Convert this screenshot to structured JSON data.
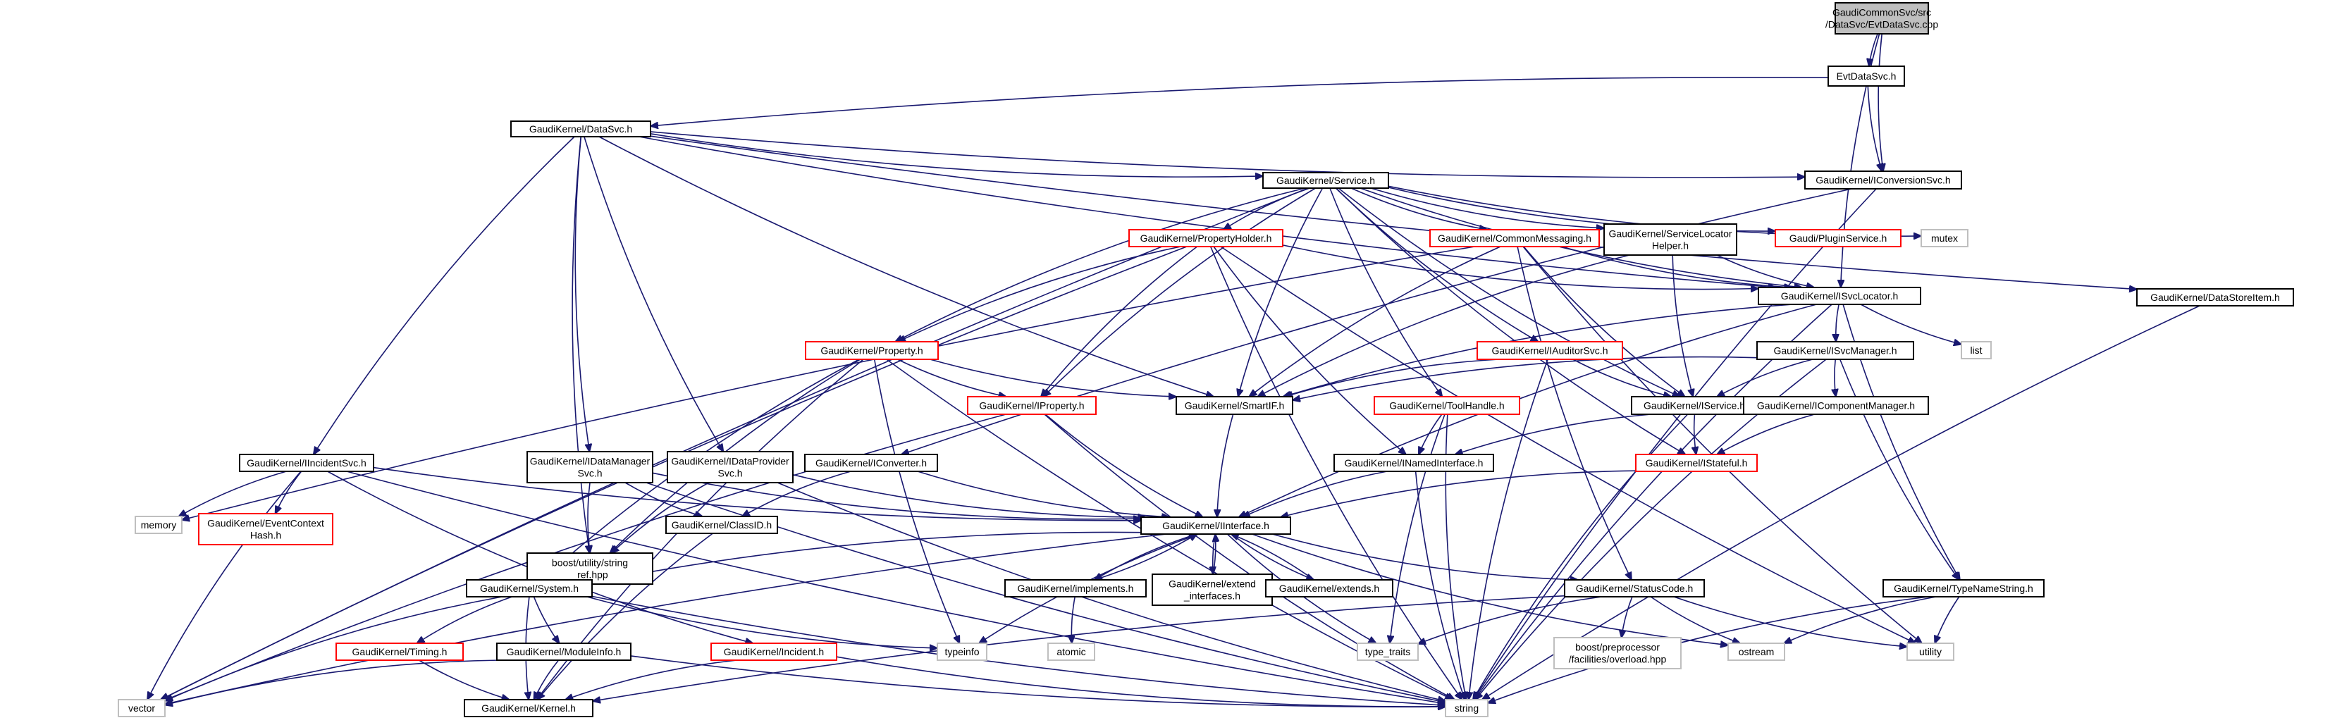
{
  "graph": {
    "colors": {
      "root_fill": "#bfbfbf",
      "root_border": "#000000",
      "linked_border": "#000000",
      "undocumented_border": "#ff0000",
      "external_border": "#bfbfbf",
      "edge": "#191970",
      "text": "#000000"
    },
    "nodes": [
      {
        "id": "root",
        "lines": [
          "GaudiCommonSvc/src",
          "/DataSvc/EvtDataSvc.cpp"
        ],
        "style": "root"
      },
      {
        "id": "evtdatasvc",
        "lines": [
          "EvtDataSvc.h"
        ],
        "style": "linked"
      },
      {
        "id": "datasvc",
        "lines": [
          "GaudiKernel/DataSvc.h"
        ],
        "style": "linked"
      },
      {
        "id": "iconversionsvc",
        "lines": [
          "GaudiKernel/IConversionSvc.h"
        ],
        "style": "linked"
      },
      {
        "id": "service",
        "lines": [
          "GaudiKernel/Service.h"
        ],
        "style": "linked"
      },
      {
        "id": "propertyholder",
        "lines": [
          "GaudiKernel/PropertyHolder.h"
        ],
        "style": "undocumented"
      },
      {
        "id": "commonmessaging",
        "lines": [
          "GaudiKernel/CommonMessaging.h"
        ],
        "style": "undocumented"
      },
      {
        "id": "servicelocatorhelper",
        "lines": [
          "GaudiKernel/ServiceLocator",
          "Helper.h"
        ],
        "style": "linked"
      },
      {
        "id": "pluginservice",
        "lines": [
          "Gaudi/PluginService.h"
        ],
        "style": "undocumented"
      },
      {
        "id": "mutex",
        "lines": [
          "mutex"
        ],
        "style": "external"
      },
      {
        "id": "isvclocator",
        "lines": [
          "GaudiKernel/ISvcLocator.h"
        ],
        "style": "linked"
      },
      {
        "id": "datastoreitem",
        "lines": [
          "GaudiKernel/DataStoreItem.h"
        ],
        "style": "linked"
      },
      {
        "id": "property",
        "lines": [
          "GaudiKernel/Property.h"
        ],
        "style": "undocumented"
      },
      {
        "id": "iauditorsvc",
        "lines": [
          "GaudiKernel/IAuditorSvc.h"
        ],
        "style": "undocumented"
      },
      {
        "id": "isvcmanager",
        "lines": [
          "GaudiKernel/ISvcManager.h"
        ],
        "style": "linked"
      },
      {
        "id": "list",
        "lines": [
          "list"
        ],
        "style": "external"
      },
      {
        "id": "iproperty",
        "lines": [
          "GaudiKernel/IProperty.h"
        ],
        "style": "undocumented"
      },
      {
        "id": "smartif",
        "lines": [
          "GaudiKernel/SmartIF.h"
        ],
        "style": "linked"
      },
      {
        "id": "toolhandle",
        "lines": [
          "GaudiKernel/ToolHandle.h"
        ],
        "style": "undocumented"
      },
      {
        "id": "iservice",
        "lines": [
          "GaudiKernel/IService.h"
        ],
        "style": "linked"
      },
      {
        "id": "icomponentmanager",
        "lines": [
          "GaudiKernel/IComponentManager.h"
        ],
        "style": "linked"
      },
      {
        "id": "iincidentsvc",
        "lines": [
          "GaudiKernel/IIncidentSvc.h"
        ],
        "style": "linked"
      },
      {
        "id": "idatamanagersvc",
        "lines": [
          "GaudiKernel/IDataManager",
          "Svc.h"
        ],
        "style": "linked"
      },
      {
        "id": "idataprovidersvc",
        "lines": [
          "GaudiKernel/IDataProvider",
          "Svc.h"
        ],
        "style": "linked"
      },
      {
        "id": "iconverter",
        "lines": [
          "GaudiKernel/IConverter.h"
        ],
        "style": "linked"
      },
      {
        "id": "inamedinterface",
        "lines": [
          "GaudiKernel/INamedInterface.h"
        ],
        "style": "linked"
      },
      {
        "id": "istateful",
        "lines": [
          "GaudiKernel/IStateful.h"
        ],
        "style": "undocumented"
      },
      {
        "id": "memory",
        "lines": [
          "memory"
        ],
        "style": "external"
      },
      {
        "id": "eventcontexthash",
        "lines": [
          "GaudiKernel/EventContext",
          "Hash.h"
        ],
        "style": "undocumented"
      },
      {
        "id": "stringref",
        "lines": [
          "boost/utility/string",
          "_ref.hpp"
        ],
        "style": "linked"
      },
      {
        "id": "classid",
        "lines": [
          "GaudiKernel/ClassID.h"
        ],
        "style": "linked"
      },
      {
        "id": "iinterface",
        "lines": [
          "GaudiKernel/IInterface.h"
        ],
        "style": "linked"
      },
      {
        "id": "system",
        "lines": [
          "GaudiKernel/System.h"
        ],
        "style": "linked"
      },
      {
        "id": "implements",
        "lines": [
          "GaudiKernel/implements.h"
        ],
        "style": "linked"
      },
      {
        "id": "extendinterfaces",
        "lines": [
          "GaudiKernel/extend",
          "_interfaces.h"
        ],
        "style": "linked"
      },
      {
        "id": "extends",
        "lines": [
          "GaudiKernel/extends.h"
        ],
        "style": "linked"
      },
      {
        "id": "statuscode",
        "lines": [
          "GaudiKernel/StatusCode.h"
        ],
        "style": "linked"
      },
      {
        "id": "typenamestring",
        "lines": [
          "GaudiKernel/TypeNameString.h"
        ],
        "style": "linked"
      },
      {
        "id": "timing",
        "lines": [
          "GaudiKernel/Timing.h"
        ],
        "style": "undocumented"
      },
      {
        "id": "moduleinfo",
        "lines": [
          "GaudiKernel/ModuleInfo.h"
        ],
        "style": "linked"
      },
      {
        "id": "incident",
        "lines": [
          "GaudiKernel/Incident.h"
        ],
        "style": "undocumented"
      },
      {
        "id": "typeinfo",
        "lines": [
          "typeinfo"
        ],
        "style": "external"
      },
      {
        "id": "atomic",
        "lines": [
          "atomic"
        ],
        "style": "external"
      },
      {
        "id": "typetraits",
        "lines": [
          "type_traits"
        ],
        "style": "external"
      },
      {
        "id": "overload",
        "lines": [
          "boost/preprocessor",
          "/facilities/overload.hpp"
        ],
        "style": "external"
      },
      {
        "id": "ostream",
        "lines": [
          "ostream"
        ],
        "style": "external"
      },
      {
        "id": "utility",
        "lines": [
          "utility"
        ],
        "style": "external"
      },
      {
        "id": "vector",
        "lines": [
          "vector"
        ],
        "style": "external"
      },
      {
        "id": "kernel",
        "lines": [
          "GaudiKernel/Kernel.h"
        ],
        "style": "linked"
      },
      {
        "id": "string",
        "lines": [
          "string"
        ],
        "style": "external"
      }
    ],
    "edges": [
      [
        "root",
        "evtdatasvc"
      ],
      [
        "root",
        "iconversionsvc"
      ],
      [
        "root",
        "isvclocator"
      ],
      [
        "evtdatasvc",
        "datasvc"
      ],
      [
        "evtdatasvc",
        "iconversionsvc"
      ],
      [
        "datasvc",
        "iconversionsvc"
      ],
      [
        "datasvc",
        "service"
      ],
      [
        "datasvc",
        "isvclocator"
      ],
      [
        "datasvc",
        "datastoreitem"
      ],
      [
        "datasvc",
        "smartif"
      ],
      [
        "datasvc",
        "iincidentsvc"
      ],
      [
        "datasvc",
        "idatamanagersvc"
      ],
      [
        "datasvc",
        "idataprovidersvc"
      ],
      [
        "datasvc",
        "stringref"
      ],
      [
        "iconversionsvc",
        "iconverter"
      ],
      [
        "iconversionsvc",
        "string"
      ],
      [
        "service",
        "propertyholder"
      ],
      [
        "service",
        "commonmessaging"
      ],
      [
        "service",
        "servicelocatorhelper"
      ],
      [
        "service",
        "pluginservice"
      ],
      [
        "service",
        "mutex"
      ],
      [
        "service",
        "isvclocator"
      ],
      [
        "service",
        "property"
      ],
      [
        "service",
        "iauditorsvc"
      ],
      [
        "service",
        "iproperty"
      ],
      [
        "service",
        "smartif"
      ],
      [
        "service",
        "toolhandle"
      ],
      [
        "service",
        "iservice"
      ],
      [
        "service",
        "istateful"
      ],
      [
        "service",
        "vector"
      ],
      [
        "propertyholder",
        "isvclocator"
      ],
      [
        "propertyholder",
        "property"
      ],
      [
        "propertyholder",
        "iproperty"
      ],
      [
        "propertyholder",
        "inamedinterface"
      ],
      [
        "propertyholder",
        "utility"
      ],
      [
        "propertyholder",
        "vector"
      ],
      [
        "propertyholder",
        "string"
      ],
      [
        "commonmessaging",
        "isvclocator"
      ],
      [
        "commonmessaging",
        "smartif"
      ],
      [
        "commonmessaging",
        "iservice"
      ],
      [
        "commonmessaging",
        "statuscode"
      ],
      [
        "commonmessaging",
        "memory"
      ],
      [
        "commonmessaging",
        "utility"
      ],
      [
        "servicelocatorhelper",
        "isvclocator"
      ],
      [
        "servicelocatorhelper",
        "smartif"
      ],
      [
        "servicelocatorhelper",
        "iservice"
      ],
      [
        "isvclocator",
        "isvcmanager"
      ],
      [
        "isvclocator",
        "list"
      ],
      [
        "isvclocator",
        "smartif"
      ],
      [
        "isvclocator",
        "iinterface"
      ],
      [
        "isvclocator",
        "typenamestring"
      ],
      [
        "isvclocator",
        "string"
      ],
      [
        "datastoreitem",
        "string"
      ],
      [
        "property",
        "iproperty"
      ],
      [
        "property",
        "smartif"
      ],
      [
        "property",
        "stringref"
      ],
      [
        "property",
        "system"
      ],
      [
        "property",
        "typeinfo"
      ],
      [
        "property",
        "kernel"
      ],
      [
        "property",
        "string"
      ],
      [
        "iauditorsvc",
        "iservice"
      ],
      [
        "iauditorsvc",
        "smartif"
      ],
      [
        "iauditorsvc",
        "string"
      ],
      [
        "isvcmanager",
        "iservice"
      ],
      [
        "isvcmanager",
        "smartif"
      ],
      [
        "isvcmanager",
        "icomponentmanager"
      ],
      [
        "isvcmanager",
        "typenamestring"
      ],
      [
        "isvcmanager",
        "string"
      ],
      [
        "iproperty",
        "iinterface"
      ],
      [
        "iproperty",
        "vector"
      ],
      [
        "iproperty",
        "string"
      ],
      [
        "smartif",
        "iinterface"
      ],
      [
        "toolhandle",
        "inamedinterface"
      ],
      [
        "toolhandle",
        "typetraits"
      ],
      [
        "toolhandle",
        "string"
      ],
      [
        "iservice",
        "inamedinterface"
      ],
      [
        "iservice",
        "istateful"
      ],
      [
        "iservice",
        "string"
      ],
      [
        "icomponentmanager",
        "istateful"
      ],
      [
        "iincidentsvc",
        "iinterface"
      ],
      [
        "iincidentsvc",
        "memory"
      ],
      [
        "iincidentsvc",
        "eventcontexthash"
      ],
      [
        "iincidentsvc",
        "incident"
      ],
      [
        "iincidentsvc",
        "vector"
      ],
      [
        "iincidentsvc",
        "string"
      ],
      [
        "idatamanagersvc",
        "iinterface"
      ],
      [
        "idatamanagersvc",
        "classid"
      ],
      [
        "idatamanagersvc",
        "stringref"
      ],
      [
        "idatamanagersvc",
        "string"
      ],
      [
        "idataprovidersvc",
        "iinterface"
      ],
      [
        "idataprovidersvc",
        "stringref"
      ],
      [
        "idataprovidersvc",
        "string"
      ],
      [
        "iconverter",
        "iinterface"
      ],
      [
        "iconverter",
        "classid"
      ],
      [
        "inamedinterface",
        "iinterface"
      ],
      [
        "inamedinterface",
        "string"
      ],
      [
        "istateful",
        "iinterface"
      ],
      [
        "classid",
        "kernel"
      ],
      [
        "iinterface",
        "system"
      ],
      [
        "iinterface",
        "statuscode"
      ],
      [
        "iinterface",
        "implements"
      ],
      [
        "iinterface",
        "extendinterfaces"
      ],
      [
        "iinterface",
        "extends"
      ],
      [
        "iinterface",
        "typeinfo"
      ],
      [
        "iinterface",
        "typetraits"
      ],
      [
        "iinterface",
        "ostream"
      ],
      [
        "iinterface",
        "vector"
      ],
      [
        "implements",
        "iinterface"
      ],
      [
        "implements",
        "atomic"
      ],
      [
        "extendinterfaces",
        "iinterface"
      ],
      [
        "extends",
        "iinterface"
      ],
      [
        "system",
        "timing"
      ],
      [
        "system",
        "moduleinfo"
      ],
      [
        "system",
        "kernel"
      ],
      [
        "system",
        "typeinfo"
      ],
      [
        "system",
        "vector"
      ],
      [
        "system",
        "string"
      ],
      [
        "timing",
        "kernel"
      ],
      [
        "moduleinfo",
        "kernel"
      ],
      [
        "moduleinfo",
        "string"
      ],
      [
        "moduleinfo",
        "vector"
      ],
      [
        "incident",
        "kernel"
      ],
      [
        "incident",
        "string"
      ],
      [
        "statuscode",
        "overload"
      ],
      [
        "statuscode",
        "ostream"
      ],
      [
        "statuscode",
        "typetraits"
      ],
      [
        "statuscode",
        "utility"
      ],
      [
        "statuscode",
        "kernel"
      ],
      [
        "typenamestring",
        "ostream"
      ],
      [
        "typenamestring",
        "string"
      ],
      [
        "typenamestring",
        "utility"
      ]
    ]
  }
}
